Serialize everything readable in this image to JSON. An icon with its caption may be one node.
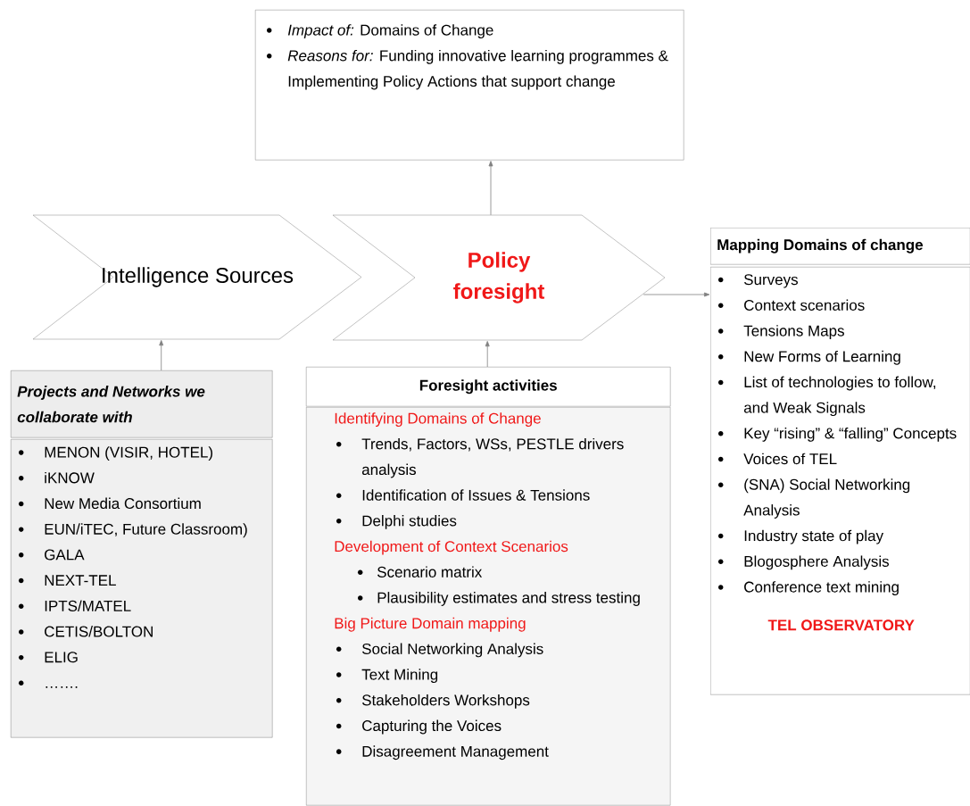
{
  "diagram": {
    "nodes": [
      {
        "text": [
          "*Impact of:* Domains of Change",
          "*Reasons for:* Funding innovative learning programmes & Implementing Policy Actions that support change"
        ]
      },
      {
        "text": [
          "Intelligence Sources"
        ]
      },
      {
        "text": [
          "Policy foresight"
        ]
      },
      {
        "text": [
          "Projects and Networks  we collaborate with"
        ]
      },
      {
        "text": [
          "MENON (VISIR, HOTEL)",
          "iKNOW",
          "New Media Consortium",
          "EUN/iTEC, Future Classroom)",
          "GALA",
          "NEXT-TEL",
          "IPTS/MATEL",
          "CETIS/BOLTON",
          "ELIG",
          "……."
        ]
      },
      {
        "text": [
          "Foresight activities"
        ]
      },
      {
        "text": [
          "Identifying Domains of Change",
          "Trends, Factors, WSs, PESTLE drivers analysis",
          "Identification of Issues & Tensions",
          "Delphi studies",
          "Development of  Context Scenarios",
          "Scenario matrix",
          "Plausibility estimates and stress testing",
          "Big Picture Domain mapping",
          "Social Networking Analysis",
          "Text Mining",
          "Stakeholders Workshops",
          "Capturing the Voices",
          "Disagreement Management"
        ]
      },
      {
        "text": [
          "Mapping Domains of change"
        ]
      },
      {
        "text": [
          "Surveys",
          "Context scenarios",
          "Tensions Maps",
          "New Forms of Learning",
          "List of technologies to follow, and Weak Signals",
          "Key “rising” & “falling” Concepts",
          "Voices of TEL",
          "(SNA) Social Networking Analysis",
          "Industry state of play",
          "Blogosphere Analysis",
          "Conference text mining",
          "TEL OBSERVATORY"
        ]
      }
    ],
    "edges": [
      {
        "from": 2,
        "to": 0,
        "arrow": "to"
      },
      {
        "from": 3,
        "to": 1,
        "arrow": "to"
      },
      {
        "from": 5,
        "to": 2,
        "arrow": "to"
      },
      {
        "from": 2,
        "to": 8,
        "arrow": "to"
      }
    ]
  }
}
